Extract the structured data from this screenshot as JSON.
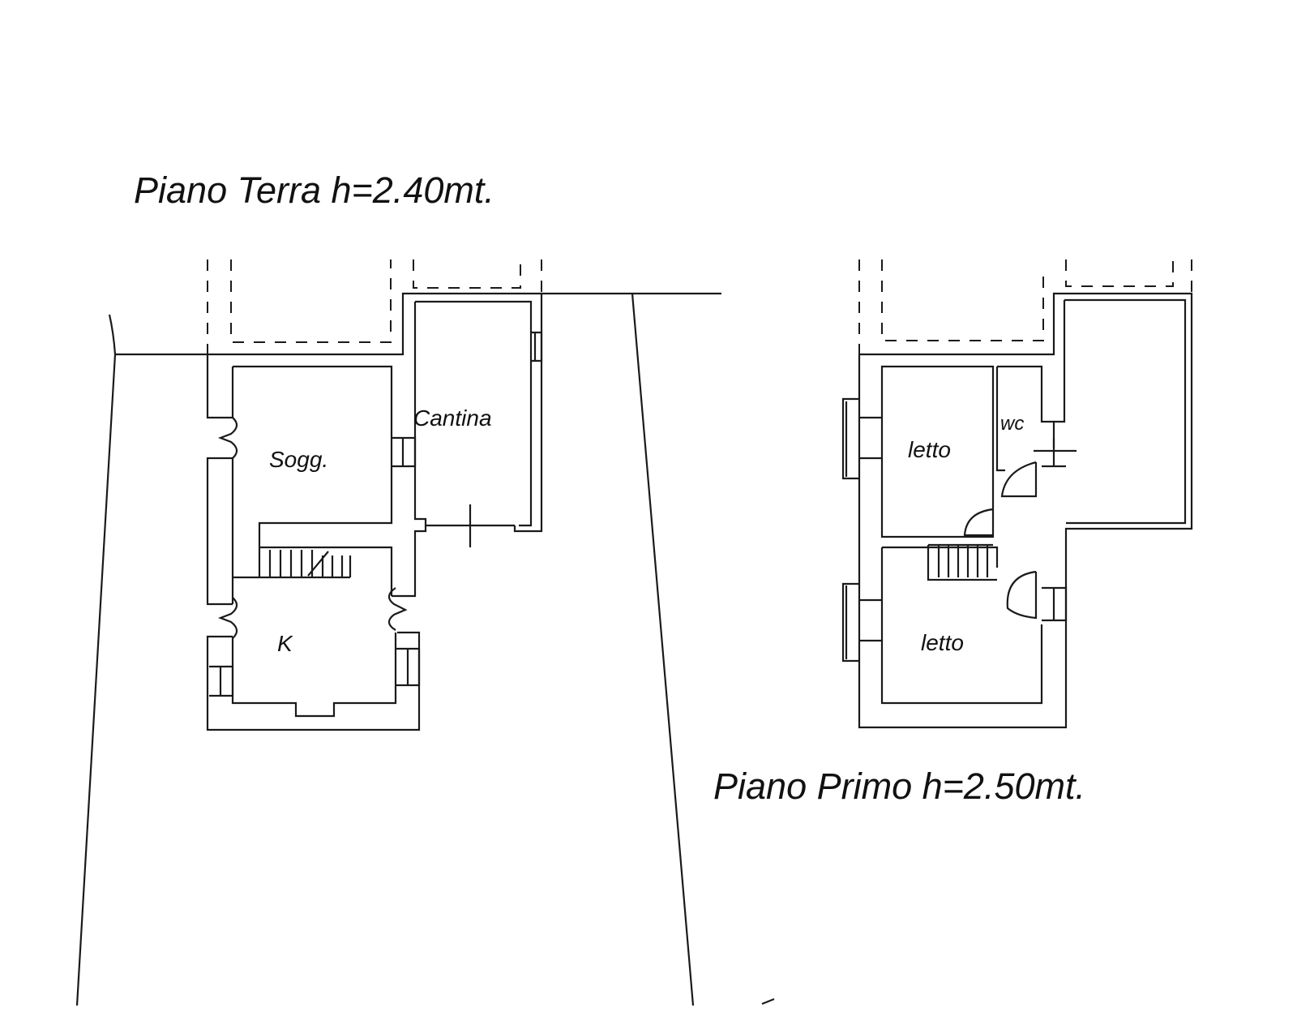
{
  "ground_floor": {
    "title": "Piano Terra h=2.40mt.",
    "rooms": {
      "living": "Sogg.",
      "cellar": "Cantina",
      "kitchen": "K"
    }
  },
  "first_floor": {
    "title": "Piano Primo h=2.50mt.",
    "rooms": {
      "bedroom_1": "letto",
      "wc": "wc",
      "bedroom_2": "letto"
    }
  }
}
